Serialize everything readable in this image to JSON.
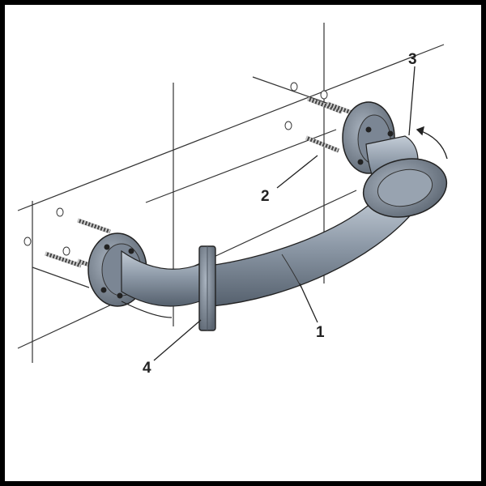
{
  "diagram": {
    "colors": {
      "pipe": "#8e9aa8",
      "pipe_dark": "#5d6673",
      "pipe_light": "#b9c2cc",
      "line": "#333333"
    },
    "callouts": [
      {
        "id": "1",
        "label": "1"
      },
      {
        "id": "2",
        "label": "2"
      },
      {
        "id": "3",
        "label": "3"
      },
      {
        "id": "4",
        "label": "4"
      }
    ]
  }
}
